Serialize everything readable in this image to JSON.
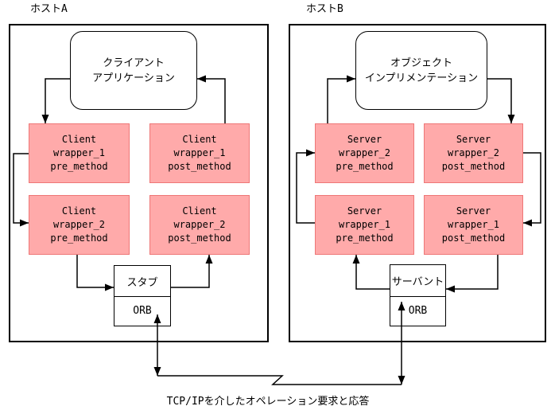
{
  "colors": {
    "background": "#FFFFFF",
    "line": "#000000",
    "wrapper_fill": "#FFAAAA",
    "wrapper_border": "#EE7777"
  },
  "hosts": [
    {
      "label": "ホストA",
      "app": "クライアント\nアプリケーション",
      "w1_pre": "Client\nwrapper_1\npre_method",
      "w1_post": "Client\nwrapper_1\npost_method",
      "w2_pre": "Client\nwrapper_2\npre_method",
      "w2_post": "Client\nwrapper_2\npost_method",
      "stack_top": "スタブ",
      "stack_bottom": "ORB"
    },
    {
      "label": "ホストB",
      "app": "オブジェクト\nインプリメンテーション",
      "w2_pre": "Server\nwrapper_2\npre_method",
      "w2_post": "Server\nwrapper_2\npost_method",
      "w1_pre": "Server\nwrapper_1\npre_method",
      "w1_post": "Server\nwrapper_1\npost_method",
      "stack_top": "サーバント",
      "stack_bottom": "ORB"
    }
  ],
  "caption": "TCP/IPを介したオペレーション要求と応答"
}
